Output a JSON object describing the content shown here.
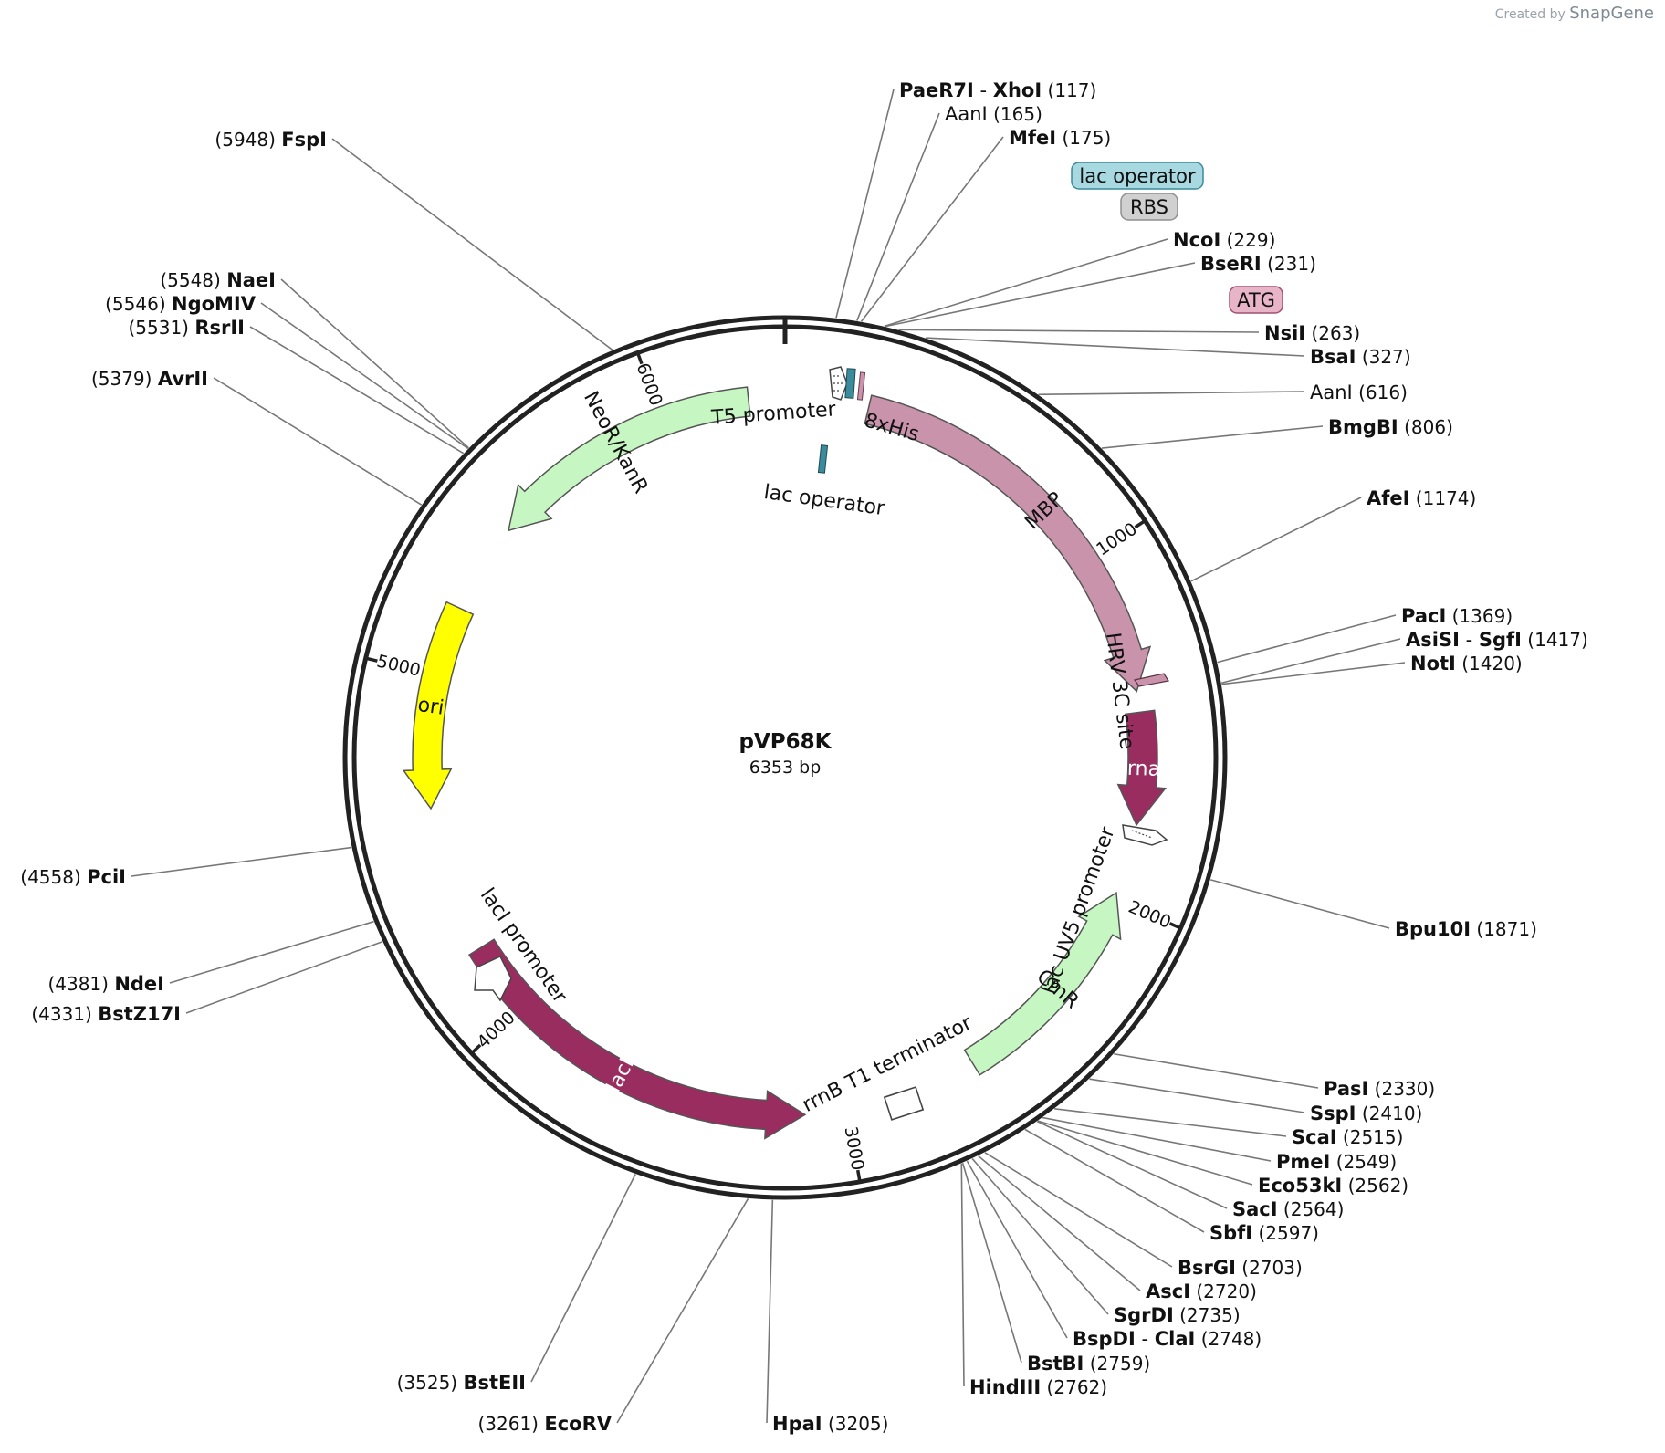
{
  "credit": {
    "prefix": "Created by",
    "brand": "SnapGene"
  },
  "plasmid": {
    "name": "pVP68K",
    "length_label": "6353 bp",
    "length": 6353
  },
  "ticks": [
    {
      "label": "1000",
      "bp": 1000
    },
    {
      "label": "2000",
      "bp": 2000
    },
    {
      "label": "3000",
      "bp": 3000
    },
    {
      "label": "4000",
      "bp": 4000
    },
    {
      "label": "5000",
      "bp": 5000
    },
    {
      "label": "6000",
      "bp": 6000
    }
  ],
  "features": [
    {
      "label": "MBP",
      "start": 237,
      "end": 1400,
      "color": "#c993ab",
      "dir": 1
    },
    {
      "label": "barnase",
      "start": 1460,
      "end": 1780,
      "color": "#992d5f",
      "dir": 1
    },
    {
      "label": "CmR",
      "start": 1980,
      "end": 2620,
      "color": "#c6f7c2",
      "dir": -1
    },
    {
      "label": "lacI",
      "start": 3120,
      "end": 4200,
      "color": "#992d5f",
      "dir": -1
    },
    {
      "label": "ori",
      "start": 4620,
      "end": 5200,
      "color": "#ffff00",
      "dir": -1
    },
    {
      "label": "NeoR/KanR",
      "start": 5460,
      "end": 6250,
      "color": "#c6f7c2",
      "dir": -1
    }
  ],
  "feature_labels": {
    "t5_promoter": "T5 promoter",
    "his": "8xHis",
    "lac_operator": "lac operator",
    "hrv": "HRV 3C site",
    "lacuv5": "lac UV5 promoter",
    "laci_promoter": "lacI promoter",
    "rrnb": "rrnB T1 terminator"
  },
  "boxed_labels": [
    {
      "text": "lac operator",
      "fill": "#a8d8e0",
      "stroke": "#3b8b9c"
    },
    {
      "text": "RBS",
      "fill": "#d0d0d0",
      "stroke": "#909090"
    },
    {
      "text": "ATG",
      "fill": "#e8b4c8",
      "stroke": "#a0506f"
    }
  ],
  "sites": [
    {
      "name": "PaeR7I",
      "name2": "XhoI",
      "pos": "(117)"
    },
    {
      "name": "AanI",
      "pos": "(165)",
      "plain": true
    },
    {
      "name": "MfeI",
      "pos": "(175)"
    },
    {
      "name": "NcoI",
      "pos": "(229)"
    },
    {
      "name": "BseRI",
      "pos": "(231)"
    },
    {
      "name": "NsiI",
      "pos": "(263)"
    },
    {
      "name": "BsaI",
      "pos": "(327)"
    },
    {
      "name": "AanI",
      "pos": "(616)",
      "plain": true
    },
    {
      "name": "BmgBI",
      "pos": "(806)"
    },
    {
      "name": "AfeI",
      "pos": "(1174)"
    },
    {
      "name": "PacI",
      "pos": "(1369)"
    },
    {
      "name": "AsiSI",
      "name2": "SgfI",
      "pos": "(1417)"
    },
    {
      "name": "NotI",
      "pos": "(1420)"
    },
    {
      "name": "Bpu10I",
      "pos": "(1871)"
    },
    {
      "name": "PasI",
      "pos": "(2330)"
    },
    {
      "name": "SspI",
      "pos": "(2410)"
    },
    {
      "name": "ScaI",
      "pos": "(2515)"
    },
    {
      "name": "PmeI",
      "pos": "(2549)"
    },
    {
      "name": "Eco53kI",
      "pos": "(2562)"
    },
    {
      "name": "SacI",
      "pos": "(2564)"
    },
    {
      "name": "SbfI",
      "pos": "(2597)"
    },
    {
      "name": "BsrGI",
      "pos": "(2703)"
    },
    {
      "name": "AscI",
      "pos": "(2720)"
    },
    {
      "name": "SgrDI",
      "pos": "(2735)"
    },
    {
      "name": "BspDI",
      "name2": "ClaI",
      "pos": "(2748)"
    },
    {
      "name": "BstBI",
      "pos": "(2759)"
    },
    {
      "name": "HindIII",
      "pos": "(2762)"
    },
    {
      "name": "HpaI",
      "pos": "(3205)"
    },
    {
      "name": "EcoRV",
      "pos": "(3261)"
    },
    {
      "name": "BstEII",
      "pos": "(3525)"
    },
    {
      "name": "BstZ17I",
      "pos": "(4331)"
    },
    {
      "name": "NdeI",
      "pos": "(4381)"
    },
    {
      "name": "PciI",
      "pos": "(4558)"
    },
    {
      "name": "AvrII",
      "pos": "(5379)"
    },
    {
      "name": "RsrII",
      "pos": "(5531)"
    },
    {
      "name": "NgoMIV",
      "pos": "(5546)"
    },
    {
      "name": "NaeI",
      "pos": "(5548)"
    },
    {
      "name": "FspI",
      "pos": "(5948)"
    }
  ]
}
